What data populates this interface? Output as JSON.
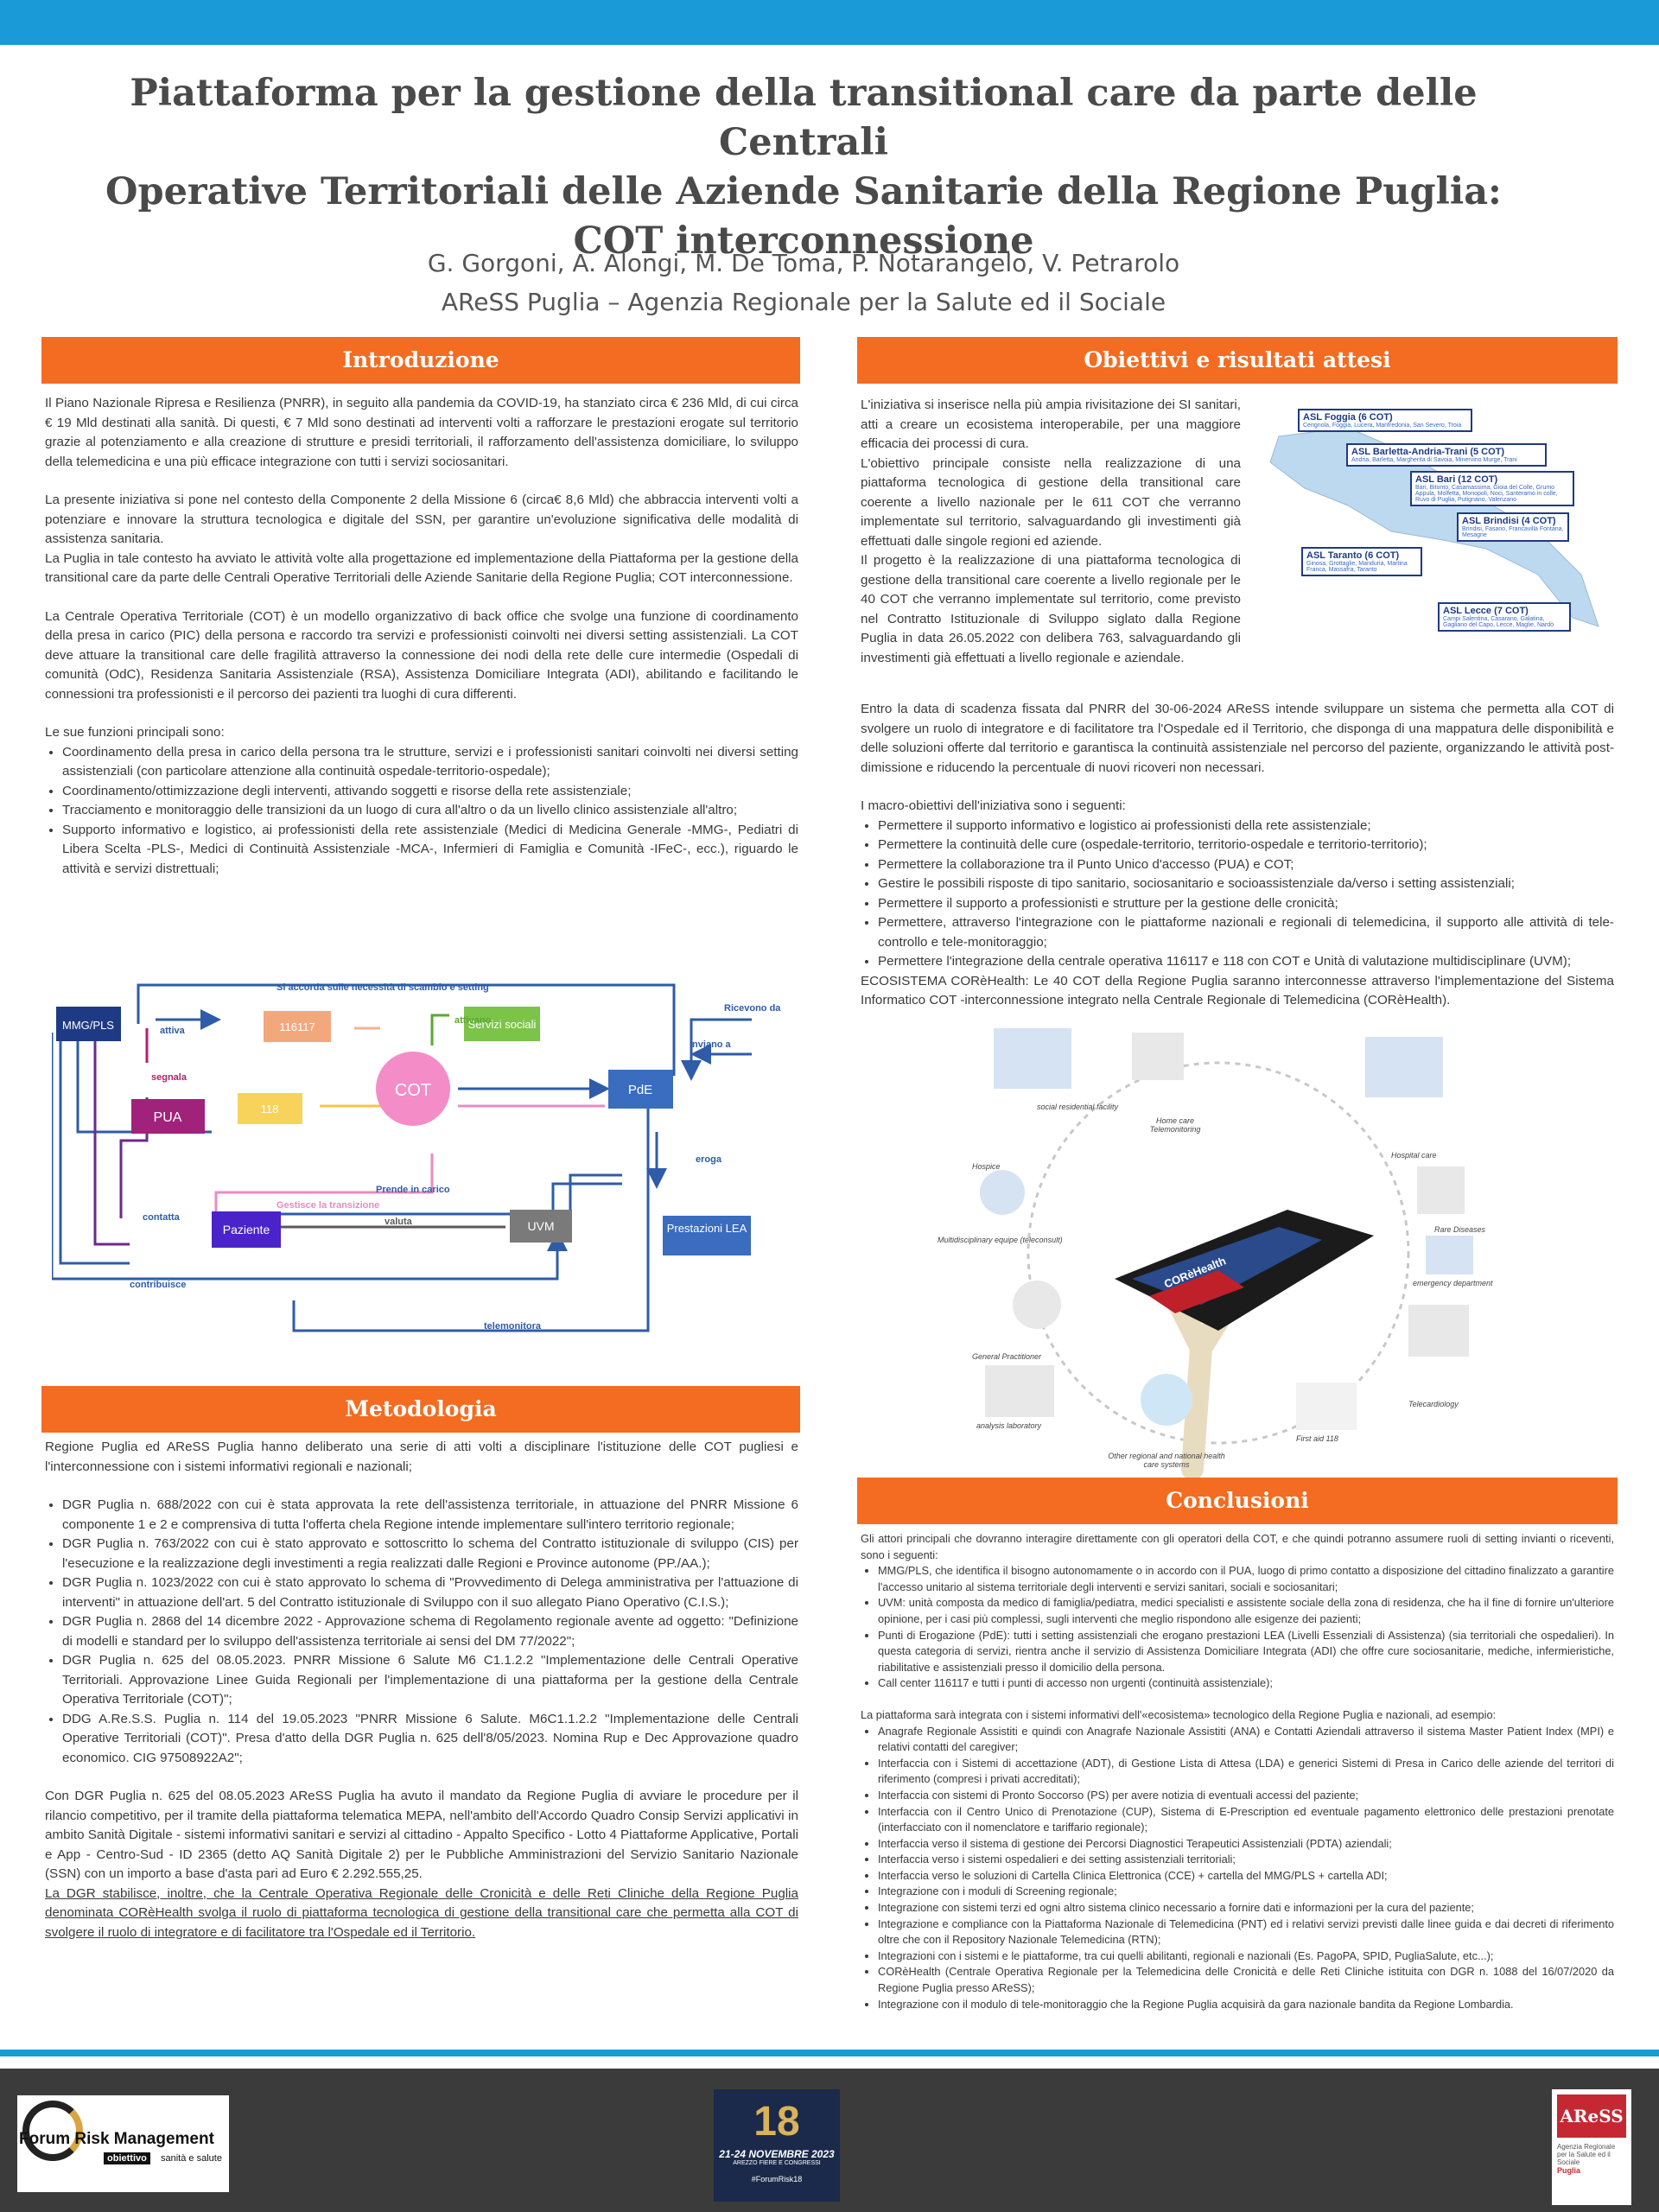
{
  "header": {
    "title_lines": [
      "Piattaforma per la gestione della transitional care da parte delle Centrali",
      "Operative Territoriali delle Aziende Sanitarie della Regione Puglia:",
      "COT interconnessione"
    ],
    "authors": "G. Gorgoni, A. Alongi, M. De Toma, P. Notarangelo, V. Petrarolo",
    "affiliation": "AReSS Puglia – Agenzia Regionale per la Salute ed il Sociale"
  },
  "intro": {
    "heading": "Introduzione",
    "p1": "Il Piano Nazionale Ripresa e Resilienza (PNRR), in seguito alla pandemia da COVID-19, ha stanziato circa € 236 Mld, di cui circa € 19 Mld destinati alla sanità. Di questi, € 7 Mld sono destinati ad interventi volti a rafforzare le prestazioni erogate sul territorio grazie al potenziamento e alla creazione di strutture e presidi territoriali, il rafforzamento dell'assistenza domiciliare, lo sviluppo della telemedicina e una più efficace integrazione con tutti i servizi sociosanitari.",
    "p2": "La presente iniziativa si pone nel contesto della Componente 2 della Missione 6 (circa€ 8,6 Mld) che abbraccia interventi volti a potenziare e innovare la struttura tecnologica e digitale del SSN, per garantire un'evoluzione significativa delle modalità di assistenza sanitaria.",
    "p3": "La Puglia in tale contesto ha avviato le attività volte alla progettazione ed implementazione della Piattaforma per la gestione della transitional care da parte delle Centrali Operative Territoriali delle Aziende Sanitarie della Regione Puglia; COT interconnessione.",
    "p4": "La Centrale Operativa Territoriale (COT) è un modello organizzativo di back office che svolge una funzione di coordinamento della presa in carico (PIC) della persona e raccordo tra servizi e professionisti coinvolti nei diversi setting assistenziali. La COT deve attuare la transitional care delle fragilità attraverso la connessione dei nodi della rete delle cure intermedie (Ospedali di comunità (OdC), Residenza Sanitaria Assistenziale (RSA), Assistenza Domiciliare Integrata (ADI), abilitando e facilitando le connessioni tra professionisti e il percorso dei pazienti tra luoghi di cura differenti.",
    "p5": "Le sue funzioni principali sono:",
    "bullets": [
      "Coordinamento della presa in carico della persona tra le strutture, servizi e i professionisti sanitari coinvolti nei diversi setting assistenziali (con particolare attenzione alla continuità ospedale-territorio-ospedale);",
      "Coordinamento/ottimizzazione degli interventi, attivando soggetti e risorse della rete assistenziale;",
      "Tracciamento e monitoraggio delle transizioni da un luogo di cura all'altro o da un livello clinico assistenziale all'altro;",
      "Supporto informativo e logistico, ai professionisti della rete assistenziale (Medici di Medicina Generale -MMG-, Pediatri di Libera Scelta -PLS-, Medici di Continuità Assistenziale -MCA-, Infermieri di Famiglia e Comunità -IFeC-, ecc.), riguardo le attività e servizi distrettuali;"
    ]
  },
  "diagram": {
    "mmg": "MMG/PLS",
    "pua": "PUA",
    "paziente": "Paziente",
    "cot": "COT",
    "pde": "PdE",
    "uvm": "UVM",
    "servizi": "Servizi sociali",
    "n116117": "116117",
    "n118": "118",
    "prestazioni": "Prestazioni LEA",
    "l_top": "Si accorda sulle necessità di scambio e setting",
    "l_attiva": "attiva",
    "l_segnala": "segnala",
    "l_contatta": "contatta",
    "l_contribuisce": "contribuisce",
    "l_telemonitora": "telemonitora",
    "l_gestisce": "Gestisce la transizione",
    "l_prende": "Prende in carico",
    "l_valuta": "valuta",
    "l_ricevono": "Ricevono da",
    "l_inviano": "Inviano a",
    "l_eroga": "eroga",
    "l_attivano": "attivano"
  },
  "metodologia": {
    "heading": "Metodologia",
    "intro": "Regione Puglia ed AReSS Puglia hanno deliberato una serie di atti volti a disciplinare l'istituzione delle COT pugliesi e l'interconnessione con i sistemi informativi regionali e nazionali;",
    "bullets": [
      "DGR Puglia n. 688/2022 con cui è stata approvata la rete dell'assistenza territoriale, in attuazione del PNRR Missione 6 componente 1 e 2 e comprensiva di tutta l'offerta chela Regione intende implementare sull'intero territorio regionale;",
      "DGR Puglia n. 763/2022 con cui è stato approvato e sottoscritto lo schema del Contratto istituzionale di sviluppo (CIS) per l'esecuzione e la realizzazione degli investimenti a regia realizzati dalle Regioni e Province autonome (PP./AA.);",
      "DGR Puglia n. 1023/2022 con cui è stato approvato lo schema di \"Provvedimento di Delega amministrativa per l'attuazione di interventi\" in attuazione dell'art. 5 del Contratto istituzionale di Sviluppo con il suo allegato Piano Operativo (C.I.S.);",
      "DGR Puglia n. 2868 del 14 dicembre 2022 - Approvazione schema di Regolamento regionale avente ad oggetto: \"Definizione di modelli e standard per lo sviluppo dell'assistenza territoriale ai sensi del DM 77/2022\";",
      "DGR Puglia n. 625 del 08.05.2023. PNRR Missione 6 Salute M6 C1.1.2.2 \"Implementazione delle Centrali Operative Territoriali. Approvazione Linee Guida Regionali per l'implementazione di una piattaforma per la gestione della Centrale Operativa Territoriale (COT)\";",
      "DDG A.Re.S.S. Puglia n. 114 del 19.05.2023 \"PNRR Missione 6 Salute. M6C1.1.2.2 \"Implementazione delle Centrali Operative Territoriali (COT)\". Presa d'atto della DGR Puglia n. 625 dell'8/05/2023. Nomina Rup e Dec Approvazione quadro economico. CIG 97508922A2\";"
    ],
    "p_final": "Con DGR Puglia n. 625 del 08.05.2023 AReSS Puglia ha avuto il mandato da Regione Puglia di avviare le procedure per il rilancio competitivo, per il tramite della piattaforma telematica MEPA, nell'ambito dell'Accordo Quadro Consip Servizi applicativi in ambito Sanità Digitale - sistemi informativi sanitari e servizi al cittadino - Appalto Specifico - Lotto 4 Piattaforme Applicative, Portali e App - Centro-Sud - ID 2365 (detto AQ Sanità Digitale 2) per le Pubbliche Amministrazioni del Servizio Sanitario Nazionale (SSN) con un importo a base d'asta pari ad Euro € 2.292.555,25.",
    "p_underline": "La DGR stabilisce, inoltre, che la Centrale Operativa Regionale delle Cronicità e delle Reti Cliniche della Regione Puglia denominata CORèHealth svolga il ruolo di piattaforma tecnologica di gestione della transitional care che permetta alla COT di svolgere il ruolo di integratore e di facilitatore tra l'Ospedale ed il Territorio."
  },
  "obiettivi": {
    "heading": "Obiettivi e risultati attesi",
    "p1": "L'iniziativa si inserisce nella più ampia rivisitazione dei SI sanitari, atti a creare un ecosistema interoperabile, per una maggiore efficacia dei processi di cura.",
    "p2": "L'obiettivo principale consiste nella realizzazione di una piattaforma tecnologica di gestione della transitional care coerente a livello nazionale per le 611 COT che verranno implementate sul territorio, salvaguardando gli investimenti già effettuati dalle singole regioni ed aziende.",
    "p3": "Il progetto è la realizzazione di una piattaforma tecnologica di gestione della transitional care coerente a livello regionale per le 40 COT che verranno implementate sul territorio, come previsto nel Contratto Istituzionale di Sviluppo siglato dalla Regione Puglia in data 26.05.2022 con delibera 763, salvaguardando gli investimenti già effettuati a livello regionale e aziendale.",
    "p4": "Entro la data di scadenza fissata dal PNRR del 30-06-2024 AReSS intende sviluppare un sistema che permetta alla COT di svolgere un ruolo di integratore e di facilitatore tra l'Ospedale ed il Territorio, che disponga di una mappatura delle disponibilità e delle soluzioni offerte dal territorio e garantisca la continuità assistenziale nel percorso del paziente, organizzando le attività post-dimissione e riducendo la percentuale di nuovi ricoveri non necessari.",
    "p5": "I macro-obiettivi dell'iniziativa sono i seguenti:",
    "bullets": [
      "Permettere il supporto informativo e logistico ai professionisti della rete assistenziale;",
      "Permettere la continuità delle cure (ospedale-territorio, territorio-ospedale e territorio-territorio);",
      "Permettere la collaborazione tra il Punto Unico d'accesso (PUA) e COT;",
      "Gestire le possibili risposte di tipo sanitario, sociosanitario e socioassistenziale da/verso i setting assistenziali;",
      "Permettere il supporto a professionisti e strutture per la gestione delle cronicità;",
      "Permettere, attraverso l'integrazione con le piattaforme nazionali e regionali di telemedicina, il supporto alle attività di tele-controllo e tele-monitoraggio;",
      "Permettere l'integrazione della centrale operativa 116117 e 118 con COT e Unità di valutazione multidisciplinare (UVM);"
    ],
    "p6": "ECOSISTEMA CORèHealth: Le 40 COT della Regione Puglia saranno interconnesse attraverso l'implementazione del Sistema Informatico COT -interconnessione integrato nella Centrale Regionale di Telemedicina (CORèHealth).",
    "map": [
      {
        "title": "ASL Foggia (6 COT)",
        "towns": "Cerignola, Foggia, Lucera, Manfredonia, San Severo, Troia"
      },
      {
        "title": "ASL Barletta-Andria-Trani (5 COT)",
        "towns": "Andria, Barletta, Margherita di Savoia, Minervino Murge, Trani"
      },
      {
        "title": "ASL Bari (12 COT)",
        "towns": "Bari, Bitonto, Casamassima, Gioia del Colle, Grumo Appula, Molfetta, Monopoli, Noci, Santeramo in colle, Ruvo di Puglia, Putignano, Valenzano"
      },
      {
        "title": "ASL Brindisi (4 COT)",
        "towns": "Brindisi, Fasano, Francavilla Fontana, Mesagne"
      },
      {
        "title": "ASL Taranto (6 COT)",
        "towns": "Ginosa, Grottaglie, Manduria, Martina Franca, Massafra, Taranto"
      },
      {
        "title": "ASL Lecce (7 COT)",
        "towns": "Campi Salentina, Casarano, Galatina, Gagliano del Capo, Lecce, Maglie, Nardò"
      }
    ],
    "eco_labels": [
      "social residential facility",
      "Home care Telemonitoring",
      "Hospice",
      "Hospital care",
      "Multidisciplinary equipe (teleconsult)",
      "Rare Diseases",
      "emergency department",
      "General Practitioner",
      "Telecardiology",
      "analysis laboratory",
      "Other regional and national health care systems",
      "First aid 118"
    ],
    "eco_center": "CORèHealth"
  },
  "conclusioni": {
    "heading": "Conclusioni",
    "p1": "Gli attori principali che dovranno interagire direttamente con gli operatori della COT, e che quindi potranno assumere ruoli di setting invianti o riceventi, sono i seguenti:",
    "bullets1": [
      "MMG/PLS, che identifica il bisogno autonomamente o in accordo con il PUA, luogo di primo contatto a disposizione del cittadino finalizzato a garantire l'accesso unitario al sistema territoriale degli interventi e servizi sanitari, sociali e sociosanitari;",
      "UVM: unità composta da medico di famiglia/pediatra, medici specialisti e assistente sociale della zona di residenza, che ha il fine di fornire un'ulteriore opinione, per i casi più complessi, sugli interventi che meglio rispondono alle esigenze dei pazienti;",
      "Punti di Erogazione (PdE): tutti i setting assistenziali che erogano prestazioni LEA (Livelli Essenziali di Assistenza) (sia territoriali che ospedalieri). In questa categoria di servizi, rientra anche il servizio di Assistenza Domiciliare Integrata (ADI) che offre cure sociosanitarie, mediche, infermieristiche, riabilitative e assistenziali presso il domicilio della persona.",
      "Call center 116117 e tutti i punti di accesso non urgenti (continuità assistenziale);"
    ],
    "p2": "La piattaforma sarà integrata con i sistemi informativi dell'«ecosistema» tecnologico della Regione Puglia e nazionali, ad esempio:",
    "bullets2": [
      "Anagrafe Regionale Assistiti e quindi con Anagrafe Nazionale Assistiti (ANA) e Contatti Aziendali attraverso il sistema Master Patient Index (MPI) e relativi contatti del caregiver;",
      "Interfaccia con i Sistemi di accettazione (ADT), di Gestione Lista di Attesa (LDA) e generici Sistemi di Presa in Carico delle aziende del territori di riferimento (compresi i privati accreditati);",
      "Interfaccia con sistemi di Pronto Soccorso (PS) per avere notizia di eventuali accessi del paziente;",
      "Interfaccia con il Centro Unico di Prenotazione (CUP), Sistema di E-Prescription ed eventuale pagamento elettronico delle prestazioni prenotate (interfacciato con il nomenclatore e tariffario regionale);",
      "Interfaccia verso il sistema di gestione dei Percorsi Diagnostici Terapeutici Assistenziali (PDTA) aziendali;",
      "Interfaccia verso i sistemi ospedalieri e dei setting assistenziali territoriali;",
      "Interfaccia verso le soluzioni di Cartella Clinica Elettronica (CCE) + cartella del MMG/PLS + cartella ADI;",
      "Integrazione con i moduli di Screening regionale;",
      "Integrazione con sistemi terzi ed ogni altro sistema clinico necessario a fornire dati e informazioni per la cura del paziente;",
      "Integrazione e compliance con la Piattaforma Nazionale di Telemedicina (PNT) ed i relativi servizi previsti dalle linee guida e dai decreti di riferimento oltre che con il Repository Nazionale Telemedicina (RTN);",
      "Integrazioni con i sistemi e le piattaforme, tra cui quelli abilitanti, regionali e nazionali (Es. PagoPA, SPID, PugliaSalute, etc...);",
      "CORèHealth (Centrale Operativa Regionale per la Telemedicina delle Cronicità e delle Reti Cliniche istituita con DGR n. 1088 del 16/07/2020 da Regione Puglia presso AReSS);",
      "Integrazione con il modulo di tele-monitoraggio che la Regione Puglia acquisirà da gara nazionale bandita da Regione Lombardia."
    ]
  },
  "footer": {
    "frm_name": "Forum Risk Management",
    "frm_tag": "obiettivo",
    "frm_tag2": "sanità e salute",
    "event_num": "18",
    "event_dates": "21-24 NOVEMBRE 2023",
    "event_place": "AREZZO FIERE E CONGRESSI",
    "event_hashtag": "#ForumRisk18",
    "aress_name": "AReSS",
    "aress_sub": "Agenzia Regionale per la Salute ed il Sociale",
    "aress_region": "Puglia"
  },
  "colors": {
    "accent_orange": "#f36c21",
    "accent_blue": "#1a9bd7",
    "footer_gray": "#3b3b3b"
  }
}
